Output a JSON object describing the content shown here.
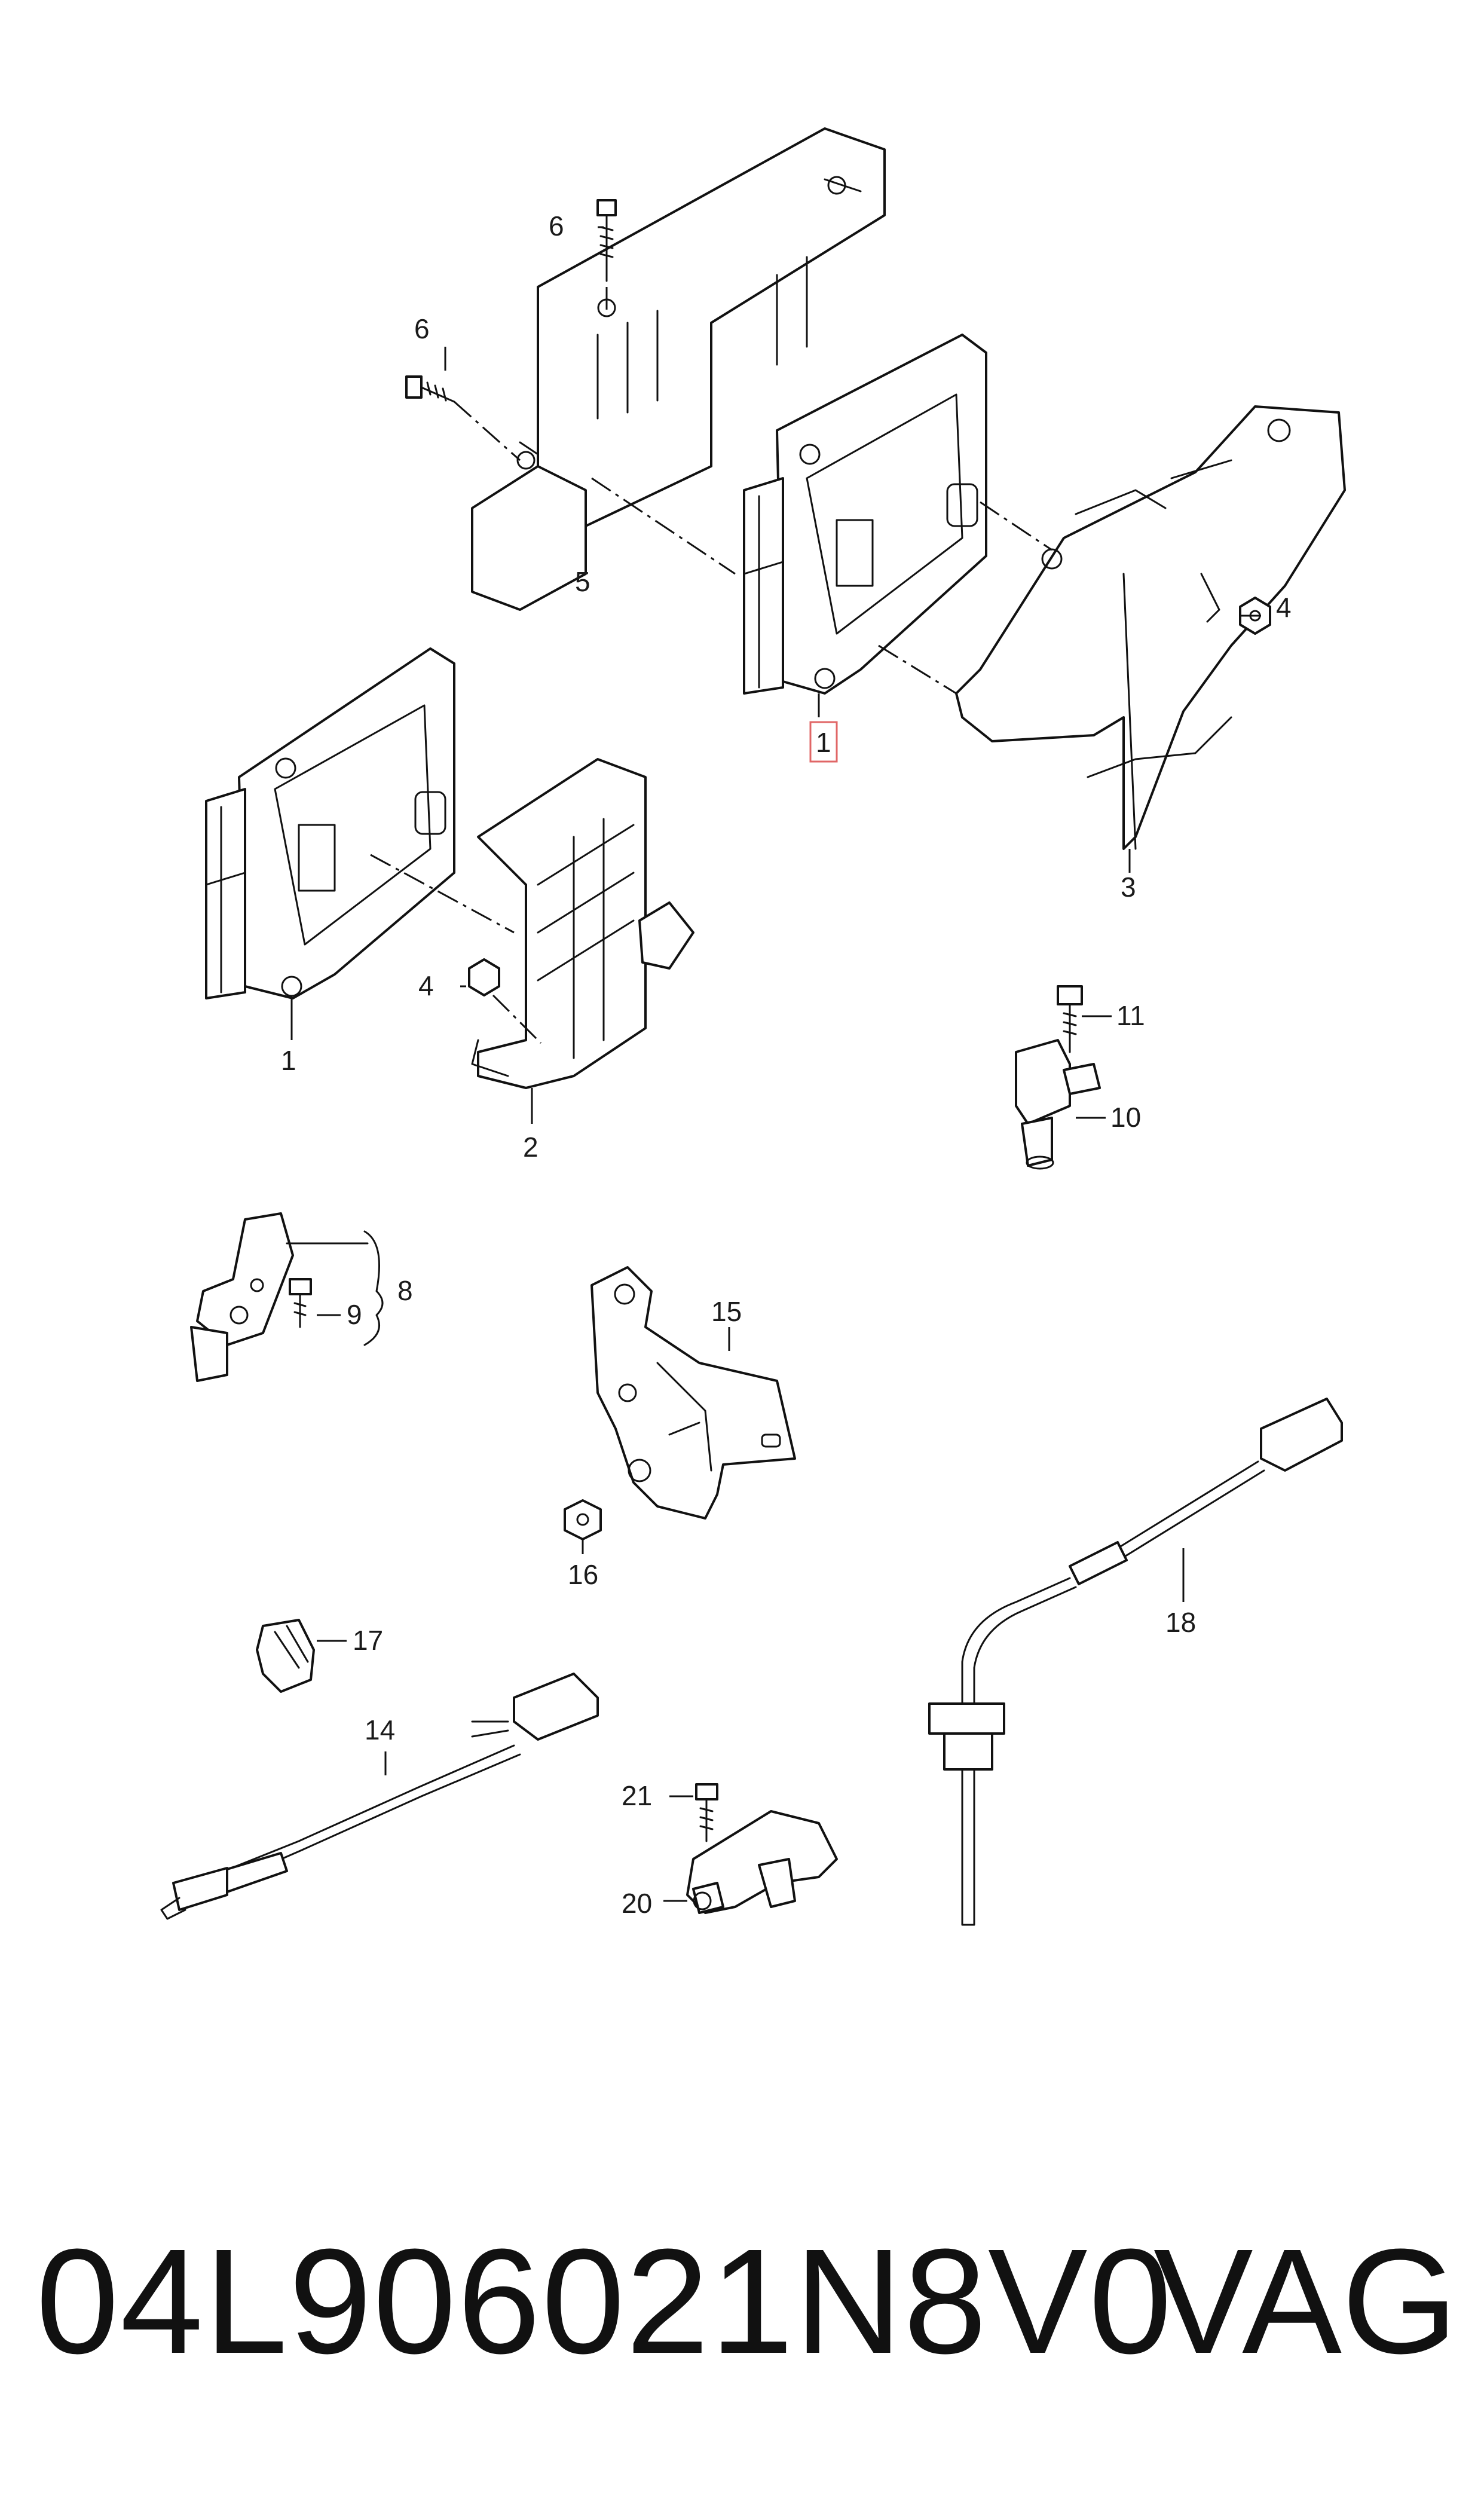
{
  "diagram": {
    "callouts": [
      {
        "id": "c1a",
        "text": "1"
      },
      {
        "id": "c1b",
        "text": "1"
      },
      {
        "id": "c2",
        "text": "2"
      },
      {
        "id": "c3",
        "text": "3"
      },
      {
        "id": "c4a",
        "text": "4"
      },
      {
        "id": "c4b",
        "text": "4"
      },
      {
        "id": "c5",
        "text": "5"
      },
      {
        "id": "c6a",
        "text": "6"
      },
      {
        "id": "c6b",
        "text": "6"
      },
      {
        "id": "c8",
        "text": "8"
      },
      {
        "id": "c9",
        "text": "9"
      },
      {
        "id": "c10",
        "text": "10"
      },
      {
        "id": "c11",
        "text": "11"
      },
      {
        "id": "c14",
        "text": "14"
      },
      {
        "id": "c15",
        "text": "15"
      },
      {
        "id": "c16",
        "text": "16"
      },
      {
        "id": "c17",
        "text": "17"
      },
      {
        "id": "c18",
        "text": "18"
      },
      {
        "id": "c20",
        "text": "20"
      },
      {
        "id": "c21",
        "text": "21"
      }
    ],
    "highlight_color": "#e06666"
  },
  "footer": {
    "part_number": "04L906021N8V0",
    "brand": "VAG"
  }
}
